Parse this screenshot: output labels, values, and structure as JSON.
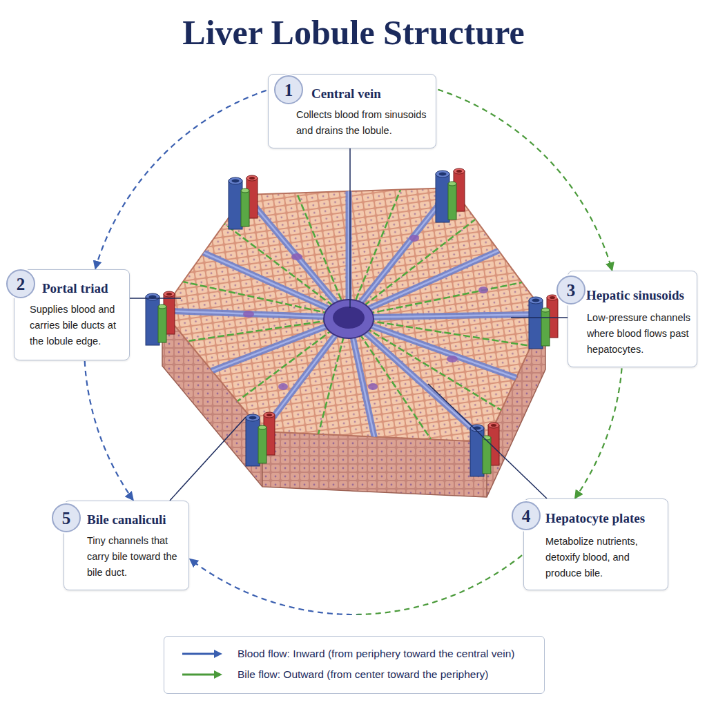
{
  "diagram": {
    "title": "Liver Lobule Structure",
    "nodes": [
      {
        "text": [
          "Central vein",
          "Collects blood from sinusoids and drains the lobule."
        ]
      },
      {
        "text": [
          "1"
        ],
        "in": 0
      },
      {
        "text": [
          "Portal triad",
          "Supplies blood and carries bile ducts at the lobule edge."
        ]
      },
      {
        "text": [
          "2"
        ],
        "in": 2
      },
      {
        "text": [
          "Hepatic sinusoids",
          "Low-pressure channels where blood flows past hepatocytes."
        ]
      },
      {
        "text": [
          "3"
        ],
        "in": 4
      },
      {
        "text": [
          "Bile canaliculi",
          "Tiny channels that carry bile toward the bile duct."
        ]
      },
      {
        "text": [
          "5"
        ],
        "in": 6
      },
      {
        "text": [
          "Hepatocyte plates",
          "Metabolize nutrients, detoxify blood, and produce bile."
        ]
      },
      {
        "text": [
          "4"
        ],
        "in": 8
      }
    ],
    "edges": [
      {
        "from": 0,
        "to": 2,
        "arrow": "to"
      },
      {
        "from": 2,
        "to": 6,
        "arrow": "to"
      },
      {
        "from": 0,
        "to": 4,
        "arrow": "to"
      },
      {
        "from": 4,
        "to": 8,
        "arrow": "to"
      },
      {
        "from": 8,
        "to": 6,
        "arrow": "to"
      }
    ],
    "legend": [
      {
        "text": "Blood flow: Inward (from periphery toward the central vein)"
      },
      {
        "text": "Bile flow: Outward (from center toward the periphery)"
      }
    ]
  }
}
